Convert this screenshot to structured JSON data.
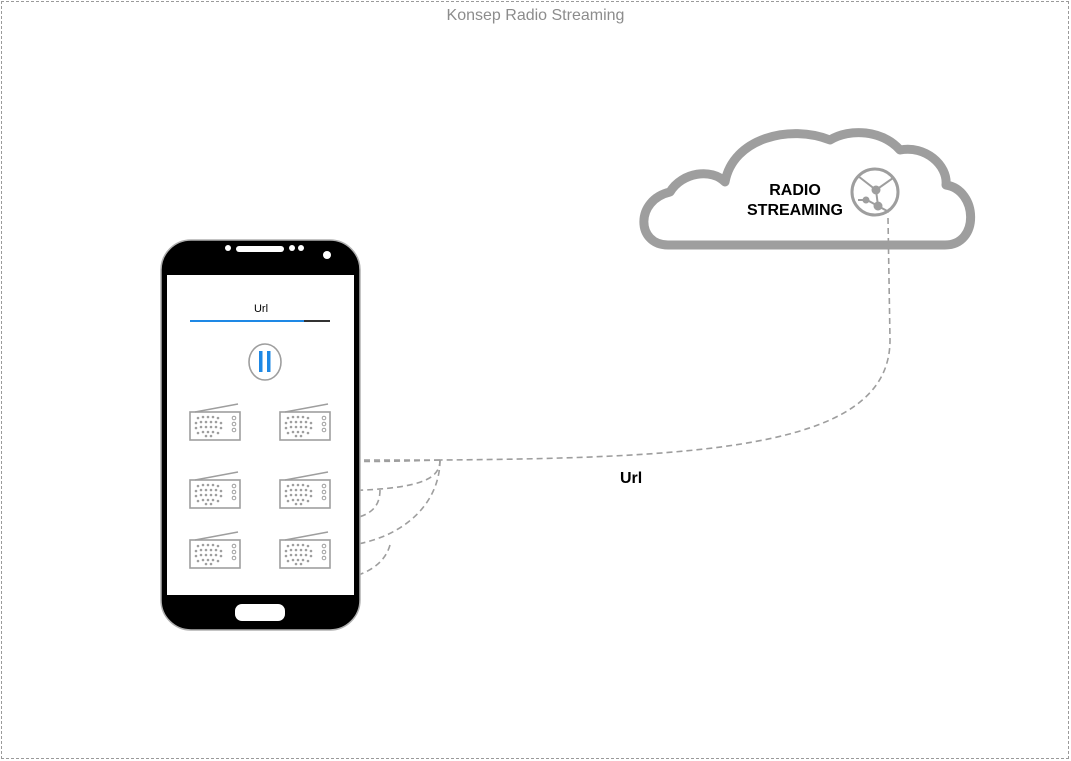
{
  "diagram": {
    "title": "Konsep Radio Streaming",
    "cloud": {
      "label_line1": "RADIO",
      "label_line2": "STREAMING",
      "icon": "globe-network-icon"
    },
    "phone": {
      "url_field_text": "Url",
      "control_icon": "pause-icon",
      "radio_icon": "radio-icon",
      "radio_count": 6
    },
    "edge": {
      "label": "Url"
    },
    "colors": {
      "accent": "#1e88e5",
      "stroke": "#9e9e9e",
      "phone_body": "#000000"
    }
  }
}
